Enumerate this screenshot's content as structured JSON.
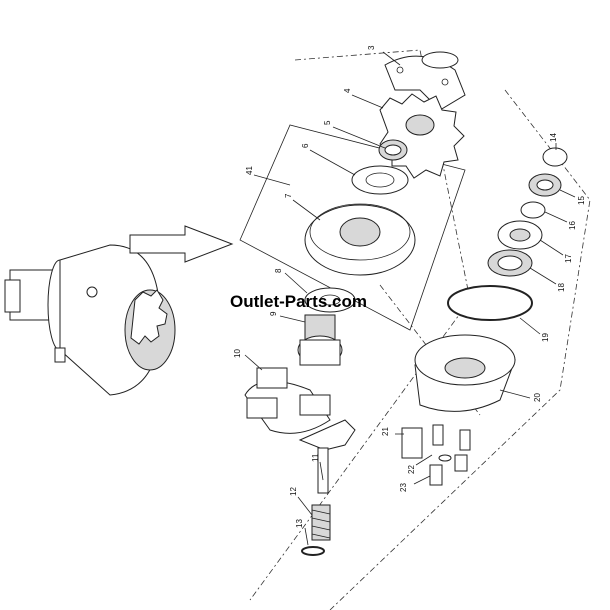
{
  "watermark": "Outlet-Parts.com",
  "callouts": [
    {
      "id": "3",
      "text": "3"
    },
    {
      "id": "4",
      "text": "4"
    },
    {
      "id": "5",
      "text": "5"
    },
    {
      "id": "6",
      "text": "6"
    },
    {
      "id": "7",
      "text": "7"
    },
    {
      "id": "8",
      "text": "8"
    },
    {
      "id": "9",
      "text": "9"
    },
    {
      "id": "10",
      "text": "10"
    },
    {
      "id": "11",
      "text": "11"
    },
    {
      "id": "12",
      "text": "12"
    },
    {
      "id": "13",
      "text": "13"
    },
    {
      "id": "14",
      "text": "14"
    },
    {
      "id": "15",
      "text": "15"
    },
    {
      "id": "16",
      "text": "16"
    },
    {
      "id": "17",
      "text": "17"
    },
    {
      "id": "18",
      "text": "18"
    },
    {
      "id": "19",
      "text": "19"
    },
    {
      "id": "20",
      "text": "20"
    },
    {
      "id": "21",
      "text": "21"
    },
    {
      "id": "22",
      "text": "22"
    },
    {
      "id": "23",
      "text": "23"
    },
    {
      "id": "41",
      "text": "41"
    }
  ]
}
